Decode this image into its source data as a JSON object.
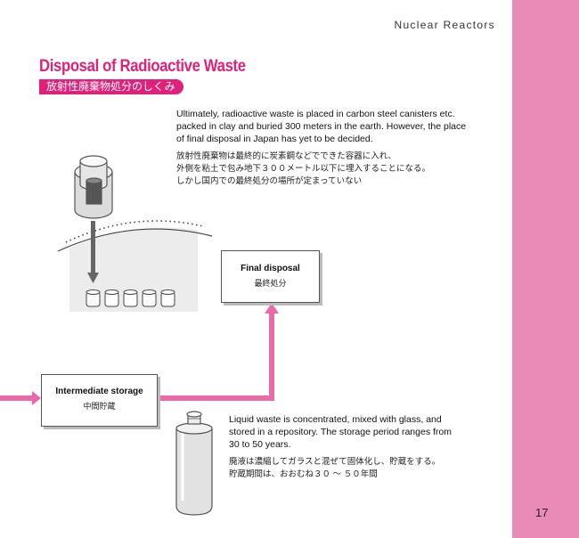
{
  "header": {
    "section": "Nuclear Reactors"
  },
  "title": {
    "en": "Disposal of Radioactive Waste",
    "jp": "放射性廃棄物処分のしくみ"
  },
  "final_disposal_text": {
    "en": "Ultimately, radioactive waste is placed in carbon steel canisters etc. packed in clay and buried 300 meters in the earth. However, the place of final disposal in Japan has yet to be decided.",
    "jp_lines": [
      "放射性廃棄物は最終的に炭素鋼などでできた容器に入れ、",
      "外側を粘土で包み地下３００メートル以下に埋入することになる。",
      "しかし国内での最終処分の場所が定まっていない"
    ]
  },
  "boxes": {
    "final": {
      "en": "Final disposal",
      "jp": "最終処分"
    },
    "intermediate": {
      "en": "Intermediate storage",
      "jp": "中間貯蔵"
    }
  },
  "liquid_waste_text": {
    "en": "Liquid waste is concentrated, mixed with glass, and stored in a repository. The storage period ranges from 30 to 50 years.",
    "jp_lines": [
      "廃液は濃縮してガラスと混ぜて固体化し、貯蔵をする。",
      "貯蔵期間は、おおむね３０ ～ ５０年間"
    ]
  },
  "page_number": "17",
  "colors": {
    "accent": "#e0207a",
    "side_band": "#e98bb6",
    "flow_arrow": "#e96aa8"
  }
}
